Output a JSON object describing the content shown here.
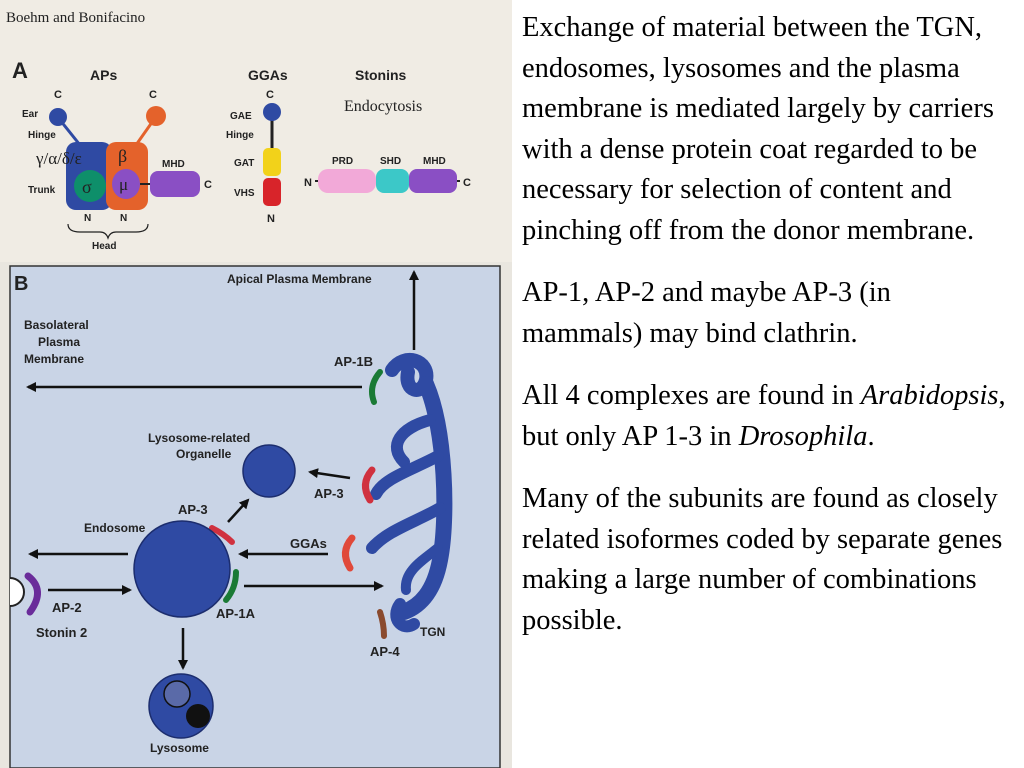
{
  "colors": {
    "paper_top": "#f0ece4",
    "panel_b_bg": "#c9d4e6",
    "membrane_blue": "#2f4aa3",
    "ap_orange": "#e4622b",
    "ap_green": "#0e8f6a",
    "ap1b_green": "#1a7a35",
    "ap3_red": "#d0313f",
    "ggas_red": "#e0493a",
    "ap2_purple": "#6a2c9a",
    "ap4_brown": "#8a4a2e",
    "mhd_purple": "#8a4fc4",
    "prd_pink": "#f2a9d8",
    "shd_teal": "#3cc8c8",
    "gae_yellow": "#f2d21a",
    "vhs_red": "#d8242a",
    "stonin_label_blue": "#2c3e9e"
  },
  "figure": {
    "credit": "Boehm and Bonifacino",
    "panel_a": {
      "letter": "A",
      "aps": {
        "title": "APs",
        "c_left": "C",
        "c_right": "C",
        "ear": "Ear",
        "hinge": "Hinge",
        "large_subunits": "γ/α/δ/ε",
        "beta": "β",
        "sigma": "σ",
        "mu": "μ",
        "trunk": "Trunk",
        "mhd": "MHD",
        "mhd_c": "C",
        "n_left": "N",
        "n_right": "N",
        "head": "Head"
      },
      "ggas": {
        "title": "GGAs",
        "c": "C",
        "gae": "GAE",
        "hinge": "Hinge",
        "gat": "GAT",
        "vhs": "VHS",
        "n": "N"
      },
      "stonins": {
        "title": "Stonins",
        "endocytosis": "Endocytosis",
        "n": "N",
        "prd": "PRD",
        "shd": "SHD",
        "mhd": "MHD",
        "c": "C"
      }
    },
    "panel_b": {
      "letter": "B",
      "apical": "Apical Plasma Membrane",
      "basolateral_1": "Basolateral",
      "basolateral_2": "Plasma",
      "basolateral_3": "Membrane",
      "ap1b": "AP-1B",
      "lro_1": "Lysosome-related",
      "lro_2": "Organelle",
      "ap3_tgn": "AP-3",
      "ap3_endo": "AP-3",
      "endosome": "Endosome",
      "ggas": "GGAs",
      "ap1a": "AP-1A",
      "ap2": "AP-2",
      "stonin2": "Stonin 2",
      "tgn": "TGN",
      "ap4": "AP-4",
      "lysosome": "Lysosome"
    }
  },
  "text": {
    "p1": "Exchange of material between the TGN, endosomes, lysosomes and the plasma membrane is mediated largely by carriers with a dense protein coat regarded to be necessary for selection of content and pinching off from the donor membrane.",
    "p2": "AP-1, AP-2 and maybe AP-3 (in mammals) may bind clathrin.",
    "p3_a": "All 4 complexes are found in ",
    "p3_b": "Arabidopsis",
    "p3_c": ", but only AP 1-3 in ",
    "p3_d": "Drosophila",
    "p3_e": ".",
    "p4": "Many of the subunits are found as closely related isoformes coded by separate genes making a large number of combinations possible."
  }
}
